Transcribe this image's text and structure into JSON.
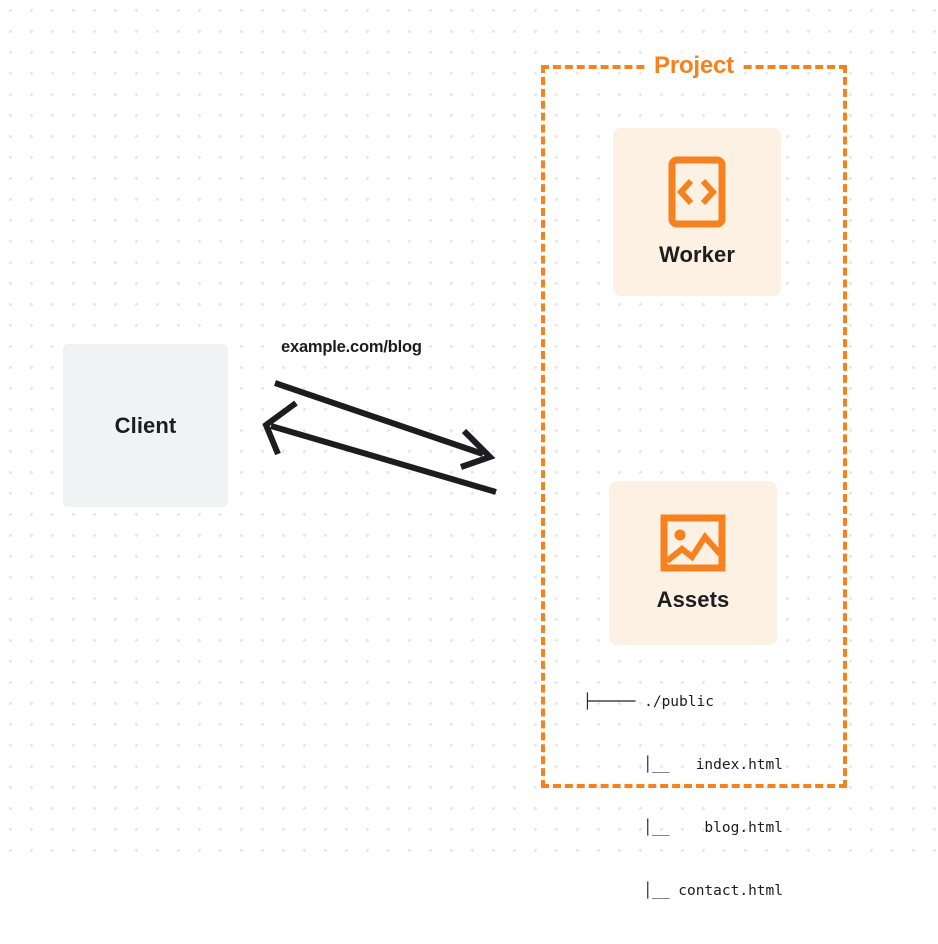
{
  "diagram": {
    "title": "Client to Project request flow",
    "background": {
      "color": "#ffffff",
      "dot_color": "#e7e7e9"
    },
    "colors": {
      "accent": "#f6821f",
      "card_bg": "#fdf1e4",
      "client_bg": "#f1f2f4",
      "text": "#1d1d1f",
      "arrow": "#1d1d1f"
    },
    "client": {
      "label": "Client",
      "icon": "none"
    },
    "flow": {
      "label": "example.com/blog",
      "request_arrow": {
        "name": "request-arrow",
        "direction": "client-to-project"
      },
      "response_arrow": {
        "name": "response-arrow",
        "direction": "project-to-client"
      }
    },
    "project": {
      "label": "Project",
      "border_style": "dashed",
      "nodes": [
        {
          "id": "worker",
          "label": "Worker",
          "icon": "code-brackets-icon"
        },
        {
          "id": "assets",
          "label": "Assets",
          "icon": "image-icon"
        }
      ],
      "assets_tree": [
        "├───── ./public",
        "   │__   index.html",
        "   │__    blog.html",
        "   │__ contact.html"
      ]
    }
  }
}
